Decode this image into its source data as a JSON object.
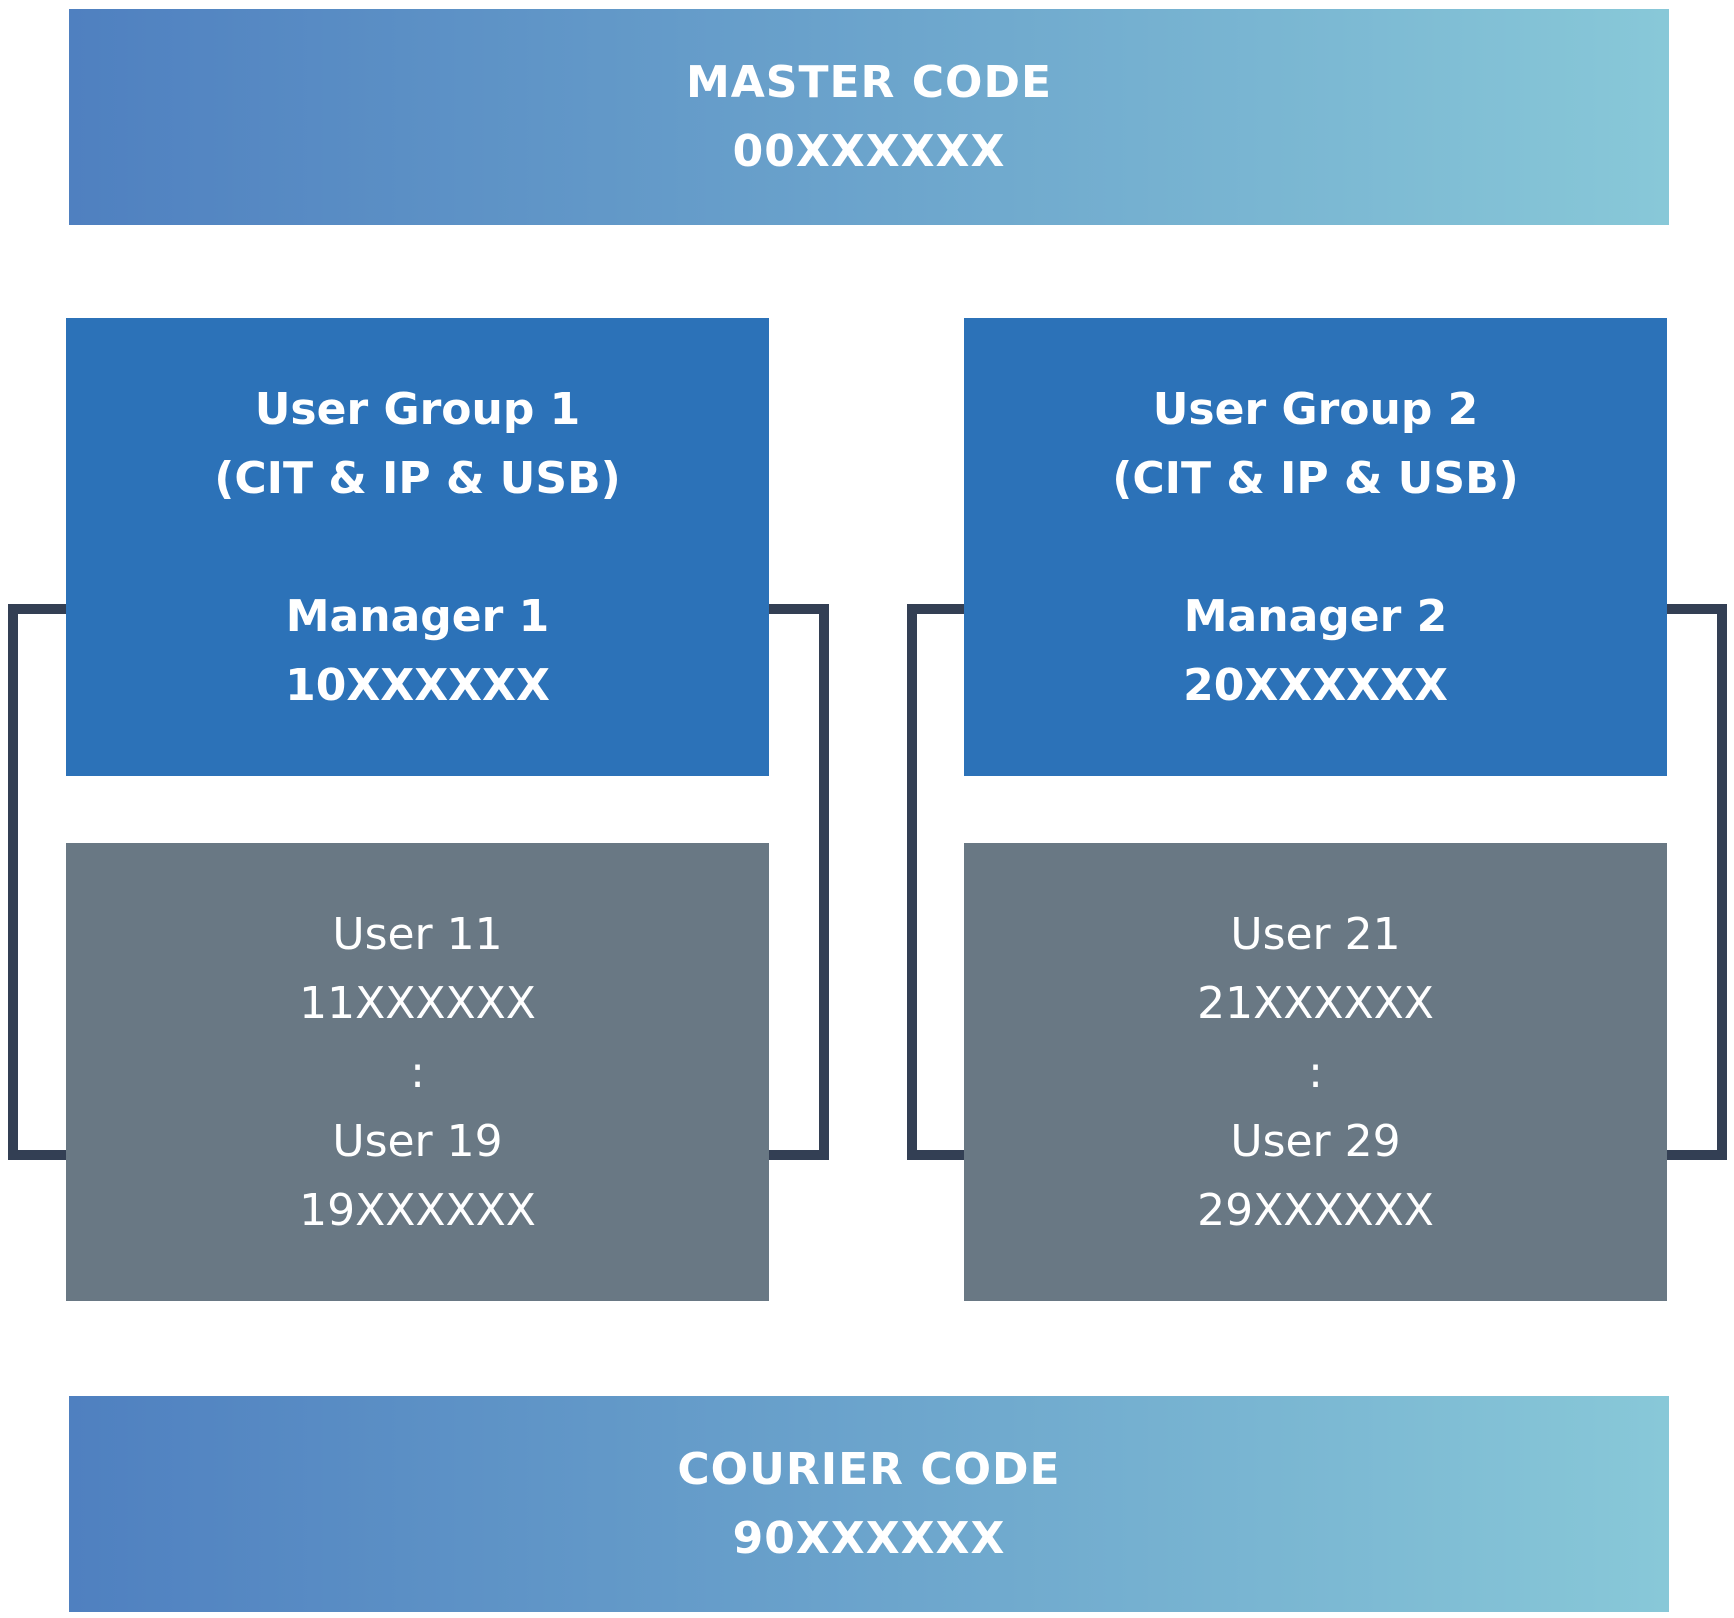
{
  "colors": {
    "gradient_start": "#4f80c0",
    "gradient_end": "#88c8d8",
    "manager_box": "#2c72b8",
    "user_box": "#697884",
    "bracket": "#333f54",
    "text": "#ffffff"
  },
  "master": {
    "title": "MASTER CODE",
    "code": "00XXXXXX"
  },
  "groups": [
    {
      "title": "User Group 1",
      "subtitle": "(CIT & IP & USB)",
      "manager_label": "Manager 1",
      "manager_code": "10XXXXXX",
      "first_user_label": "User 11",
      "first_user_code": "11XXXXXX",
      "ellipsis": ":",
      "last_user_label": "User 19",
      "last_user_code": "19XXXXXX"
    },
    {
      "title": "User Group 2",
      "subtitle": "(CIT & IP & USB)",
      "manager_label": "Manager 2",
      "manager_code": "20XXXXXX",
      "first_user_label": "User 21",
      "first_user_code": "21XXXXXX",
      "ellipsis": ":",
      "last_user_label": "User 29",
      "last_user_code": "29XXXXXX"
    }
  ],
  "courier": {
    "title": "COURIER CODE",
    "code": "90XXXXXX"
  }
}
